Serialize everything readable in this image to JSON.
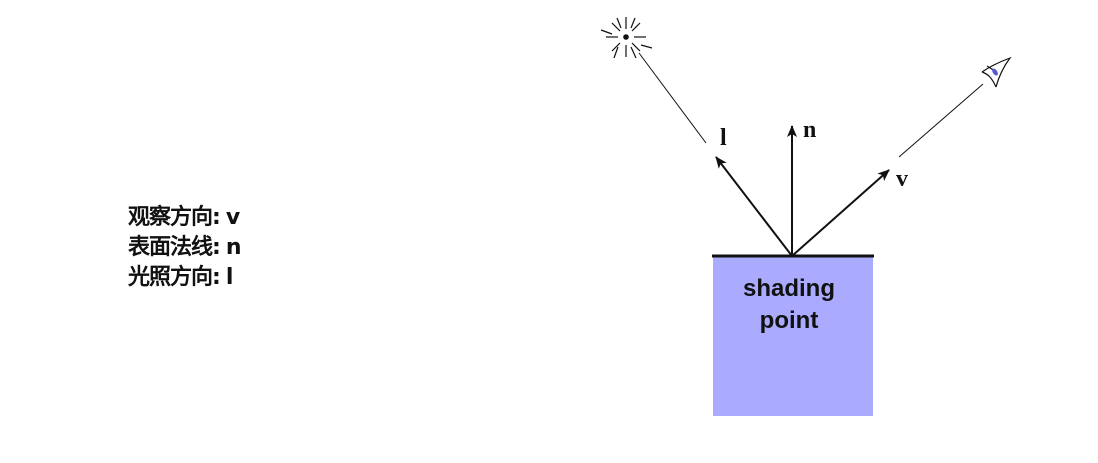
{
  "legend": {
    "rows": [
      {
        "text": "观察方向:",
        "symbol": "v"
      },
      {
        "text": "表面法线:",
        "symbol": "n"
      },
      {
        "text": "光照方向:",
        "symbol": "l"
      }
    ]
  },
  "diagram": {
    "vector_labels": {
      "light": "l",
      "normal": "n",
      "view": "v"
    },
    "box_label": {
      "line1": "shading",
      "line2": "point"
    },
    "colors": {
      "surface_fill": "#aaaaff",
      "line": "#111111",
      "eye_accent": "#5a5ad0"
    },
    "icons": [
      "light-source-icon",
      "eye-icon"
    ]
  }
}
